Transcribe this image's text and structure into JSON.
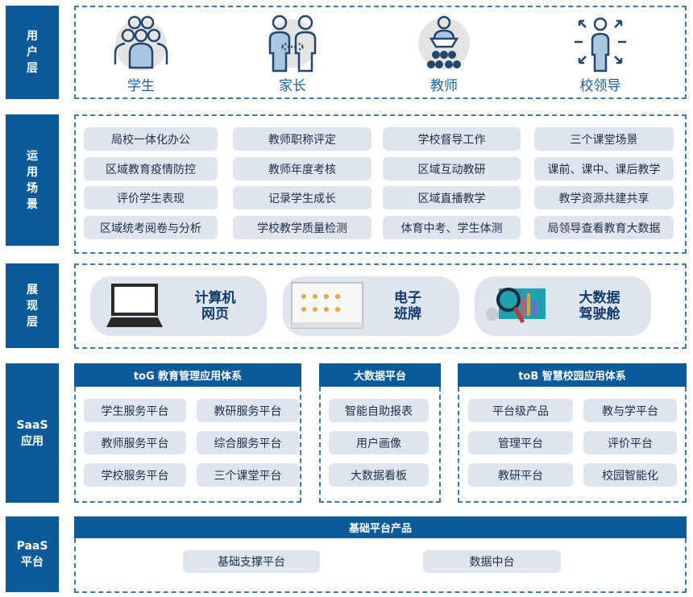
{
  "layers": {
    "user": "用\n户\n层",
    "scene": "运\n用\n场\n景",
    "display": "展\n现\n层",
    "saas": "SaaS\n应用",
    "paas": "PaaS\n平台"
  },
  "users": [
    "学生",
    "家长",
    "教师",
    "校领导"
  ],
  "scenes": [
    [
      "局校一体化办公",
      "教师职称评定",
      "学校督导工作",
      "三个课堂场景"
    ],
    [
      "区域教育疫情防控",
      "教师年度考核",
      "区域互动教研",
      "课前、课中、课后教学"
    ],
    [
      "评价学生表现",
      "记录学生成长",
      "区域直播教学",
      "教学资源共建共享"
    ],
    [
      "区域统考阅卷与分析",
      "学校教学质量检测",
      "体育中考、学生体测",
      "局领导查看教育大数据"
    ]
  ],
  "displays": [
    {
      "line1": "计算机",
      "line2": "网页"
    },
    {
      "line1": "电子",
      "line2": "班牌"
    },
    {
      "line1": "大数据",
      "line2": "驾驶舱"
    }
  ],
  "saas": {
    "toG": {
      "title": "toG 教育管理应用体系",
      "items": [
        "学生服务平台",
        "教研服务平台",
        "教师服务平台",
        "综合服务平台",
        "学校服务平台",
        "三个课堂平台"
      ]
    },
    "bigdata": {
      "title": "大数据平台",
      "items": [
        "智能自助报表",
        "用户画像",
        "大数据看板"
      ]
    },
    "toB": {
      "title": "toB 智慧校园应用体系",
      "items": [
        "平台级产品",
        "教与学平台",
        "管理平台",
        "评价平台",
        "教研平台",
        "校园智能化"
      ]
    }
  },
  "paas": {
    "title": "基础平台产品",
    "items": [
      "基础支撑平台",
      "数据中台"
    ]
  }
}
